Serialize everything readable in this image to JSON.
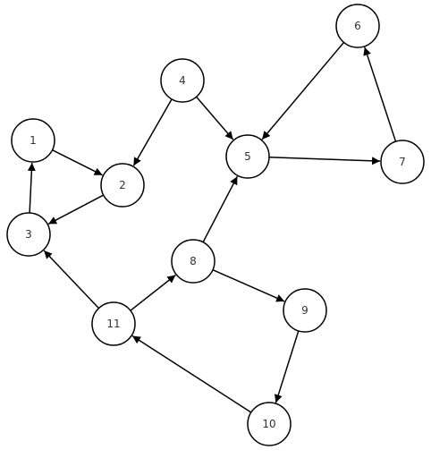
{
  "graph": {
    "directed": true,
    "nodes": [
      {
        "id": "1",
        "label": "1"
      },
      {
        "id": "2",
        "label": "2"
      },
      {
        "id": "3",
        "label": "3"
      },
      {
        "id": "4",
        "label": "4"
      },
      {
        "id": "5",
        "label": "5"
      },
      {
        "id": "6",
        "label": "6"
      },
      {
        "id": "7",
        "label": "7"
      },
      {
        "id": "8",
        "label": "8"
      },
      {
        "id": "9",
        "label": "9"
      },
      {
        "id": "10",
        "label": "10"
      },
      {
        "id": "11",
        "label": "11"
      }
    ],
    "edges": [
      {
        "from": "1",
        "to": "2"
      },
      {
        "from": "2",
        "to": "3"
      },
      {
        "from": "3",
        "to": "1"
      },
      {
        "from": "4",
        "to": "2"
      },
      {
        "from": "4",
        "to": "5"
      },
      {
        "from": "5",
        "to": "7"
      },
      {
        "from": "7",
        "to": "6"
      },
      {
        "from": "6",
        "to": "5"
      },
      {
        "from": "8",
        "to": "5"
      },
      {
        "from": "8",
        "to": "9"
      },
      {
        "from": "9",
        "to": "10"
      },
      {
        "from": "10",
        "to": "11"
      },
      {
        "from": "11",
        "to": "8"
      },
      {
        "from": "11",
        "to": "3"
      }
    ],
    "colors": {
      "node_fill": "#ffffff",
      "node_stroke": "#000000",
      "edge": "#000000",
      "label": "#333333"
    }
  }
}
